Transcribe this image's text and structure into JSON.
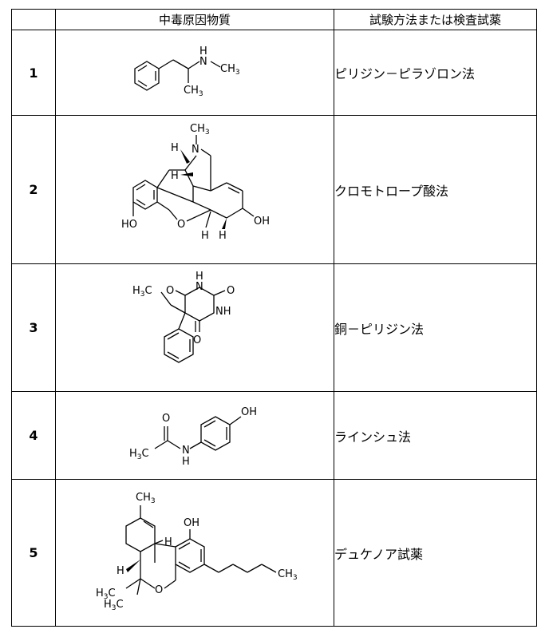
{
  "table": {
    "headers": {
      "substance": "中毒原因物質",
      "method": "試験方法または検査試薬"
    },
    "rows": [
      {
        "number": "1",
        "method": "ピリジン－ピラゾロン法"
      },
      {
        "number": "2",
        "method": "クロモトロープ酸法"
      },
      {
        "number": "3",
        "method": "銅－ピリジン法"
      },
      {
        "number": "4",
        "method": "ラインシュ法"
      },
      {
        "number": "5",
        "method": "デュケノア試薬"
      }
    ]
  },
  "structures": {
    "s1": {
      "nh_h": "H",
      "nh_n": "N",
      "ch3_a": "CH",
      "ch3_a_sub": "3",
      "ch3_b": "CH",
      "ch3_b_sub": "3"
    },
    "s2": {
      "ch3": "CH",
      "ch3_sub": "3",
      "n": "N",
      "h1": "H",
      "h2": "H",
      "ho": "HO",
      "o": "O",
      "h3": "H",
      "h4": "H",
      "oh": "OH"
    },
    "s3": {
      "h3c": "H",
      "h3c_sub": "3",
      "h3c_c": "C",
      "o1": "O",
      "nh1": "N",
      "nh1_h": "H",
      "o2": "O",
      "nh2": "NH",
      "o3": "O"
    },
    "s4": {
      "oh": "OH",
      "o": "O",
      "h3c": "H",
      "h3c_sub": "3",
      "h3c_c": "C",
      "n": "N",
      "h": "H"
    },
    "s5": {
      "ch3": "CH",
      "ch3_sub": "3",
      "oh": "OH",
      "h1": "H",
      "h2": "H",
      "me1": "H",
      "me1_sub": "3",
      "me1_c": "C",
      "me2": "H",
      "me2_sub": "3",
      "me2_c": "C",
      "o": "O",
      "ch3b": "CH",
      "ch3b_sub": "3"
    }
  }
}
